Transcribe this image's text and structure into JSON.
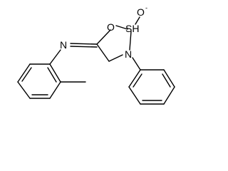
{
  "atoms": {
    "oxygen_ring": "O",
    "sulfur": "SH",
    "oxide_oxygen": "O",
    "oxide_charge": "-",
    "nitrogen_ring": "N",
    "nitrogen_imine": "N"
  },
  "colors": {
    "bond": "#000000",
    "background": "#ffffff"
  }
}
